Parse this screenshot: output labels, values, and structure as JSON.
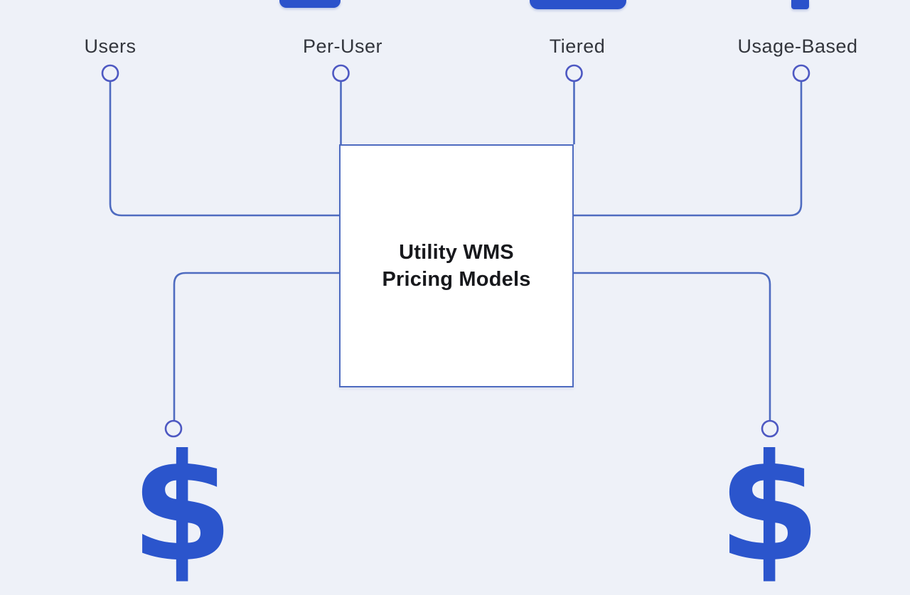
{
  "diagram": {
    "title": {
      "line1": "Utility WMS",
      "line2": "Pricing Models"
    },
    "nodes": {
      "users": {
        "label": "Users"
      },
      "per_user": {
        "label": "Per-User"
      },
      "tiered": {
        "label": "Tiered"
      },
      "usage_based": {
        "label": "Usage-Based"
      }
    },
    "icons": {
      "dollar_left": "$",
      "dollar_right": "$"
    },
    "colors": {
      "background": "#eef1f8",
      "connector": "#4e6bc0",
      "circle_stroke": "#4d58c2",
      "accent_blue": "#2b52cb",
      "dollar_blue": "#2b55cc",
      "title_text": "#17181c",
      "label_text": "#32353c",
      "box_fill": "#ffffff"
    }
  }
}
